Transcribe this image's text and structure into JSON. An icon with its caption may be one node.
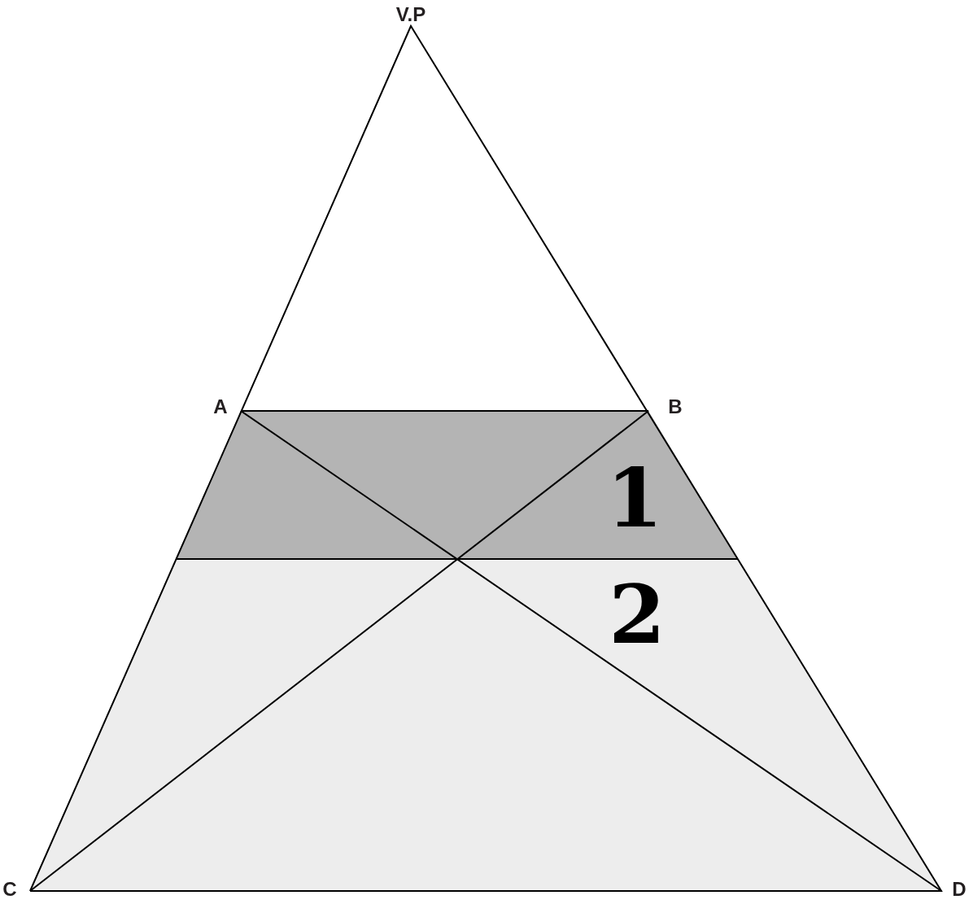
{
  "diagram": {
    "labels": [
      "V.P",
      "A",
      "B",
      "1",
      "2",
      "C",
      "D"
    ]
  }
}
